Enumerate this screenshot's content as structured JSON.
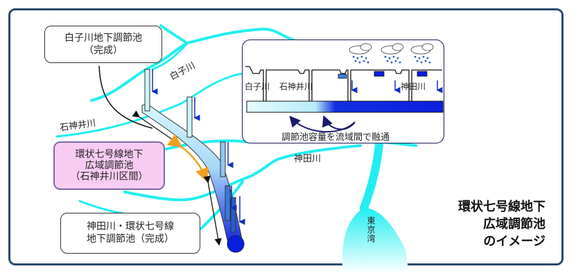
{
  "title": {
    "lines": [
      "環状七号線地下",
      "広域調節池",
      "のイメージ"
    ]
  },
  "callouts": {
    "shirakogawa_pond": {
      "line1": "白子川地下調節池",
      "line2": "（完成）"
    },
    "kanshichi_wide": {
      "line1": "環状七号線地下",
      "line2": "広域調節池",
      "line3": "（石神井川区間）"
    },
    "kandagawa_pond": {
      "line1": "神田川・環状七号線",
      "line2": "地下調節池（完成）"
    }
  },
  "rivers": {
    "shirakogawa": "白子川",
    "shakujiigawa": "石神井川",
    "kandagawa": "神田川",
    "tokyo_bay": "東京湾"
  },
  "inset": {
    "labels": [
      "白子川",
      "石神井川",
      "神田川"
    ],
    "caption": "調節池容量を流域間で融通"
  },
  "colors": {
    "frame": "#2a4a6e",
    "river": "#22eef0",
    "tunnel_light": "#cdf6fb",
    "tunnel_dark": "#0a1ee0",
    "orange_arrow": "#f0a020",
    "pink_box": "#f8ccf2"
  }
}
